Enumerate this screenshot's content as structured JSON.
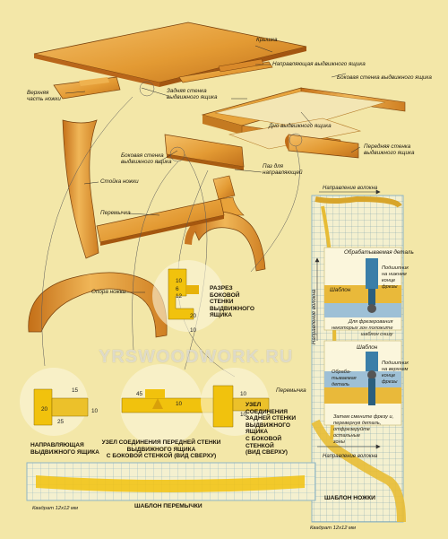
{
  "labels": {
    "top": "Крышка",
    "drawer_guide": "Направляющая выдвижного ящика",
    "drawer_back": "Задняя стенка\nвыдвижного ящика",
    "drawer_side_back": "Боковая стенка выдвижного ящика",
    "leg_top": "Верхняя\nчасть ножки",
    "drawer_bottom": "Дно выдвижного ящика",
    "drawer_front": "Передняя стенка\nвыдвижного ящика",
    "drawer_side": "Боковая стенка\nвыдвижного ящика",
    "guide_slot": "Паз для\nнаправляющей",
    "leg_post": "Стойка ножки",
    "stretcher": "Перемычка",
    "leg_support": "Опора ножки",
    "grain_direction": "Направление волокна",
    "stretcher_side": "Перемычка"
  },
  "captions": {
    "section": "Разрез\nбоковой\nстенки\nвыдвижного\nящика",
    "guide": "Направляющая\nвыдвижного ящика",
    "front_joint": "Узел соединения передней стенки\nвыдвижного ящика\nс боковой стенкой (вид сверху)",
    "back_joint": "Узел\nсоединения\nзадней стенки\nвыдвижного\nящика\nс боковой\nстенкой\n(вид сверху)",
    "stretcher_template": "Шаблон перемычки",
    "leg_template": "Шаблон ножки"
  },
  "router_notes": {
    "workpiece_top": "Обрабатываемая деталь",
    "template": "Шаблон",
    "bearing_bottom": "Подшипник\nна нижнем\nконце\nфрезы",
    "step1": "Для фрезерования\nнекоторых зон положите\nшаблон снизу",
    "bit_top": "Шаблон",
    "workpiece": "Обраба-\nтываемая\nдеталь",
    "bearing_top": "Подшипник\nна верхнем\nконце\nфрезы",
    "step2": "Затем смените фрезу и,\nперевернув деталь,\nотфрезеруйте\nостальные\nзоны"
  },
  "dimensions": {
    "section": [
      "10",
      "6",
      "12",
      "20",
      "10"
    ],
    "guide": [
      "15",
      "10",
      "20",
      "25"
    ],
    "front": [
      "45",
      "10"
    ],
    "back": [
      "10",
      "10"
    ]
  },
  "grid_notes": {
    "stretcher_grid": "Квадрат 12x12 мм",
    "leg_grid": "Квадрат 12x12 мм"
  },
  "watermark": "YRSWOODWORK.RU",
  "colors": {
    "wood": "#e9a33a",
    "wood_dark": "#b66a14",
    "joint": "#f1c20d",
    "grid": "#8fb6c3",
    "background": "#f3e7a8"
  }
}
